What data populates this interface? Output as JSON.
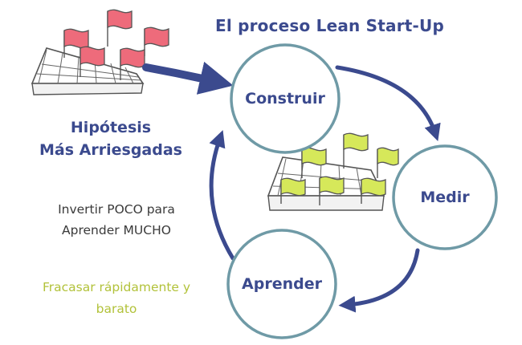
{
  "title": "El proceso Lean Start-Up",
  "hypothesis": {
    "line1": "Hipótesis",
    "line2": "Más Arriesgadas"
  },
  "invest": {
    "line1": "Invertir POCO para",
    "line2": "Aprender MUCHO"
  },
  "fail": {
    "line1": "Fracasar rápidamente y",
    "line2": "barato"
  },
  "cycle": {
    "build": "Construir",
    "measure": "Medir",
    "learn": "Aprender"
  },
  "colors": {
    "title": "#3b4a8e",
    "arrow": "#3b4a8e",
    "circle_stroke": "#6f9aa6",
    "red_flag": "#ee6b7b",
    "green_flag": "#d6e85a",
    "green_text": "#b2c23a",
    "gray_text": "#3a3a3a"
  },
  "icons": [
    "board-with-red-flags-icon",
    "board-with-green-flags-icon"
  ]
}
